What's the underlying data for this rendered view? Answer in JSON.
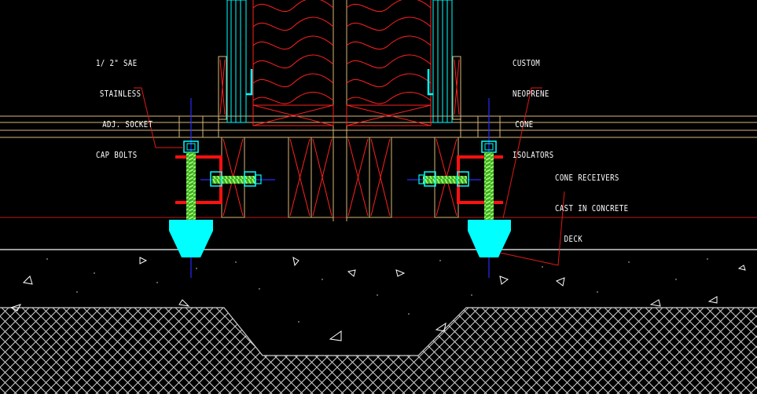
{
  "labels": {
    "bolts": [
      "1/ 2\" SAE",
      "STAINLESS",
      "ADJ. SOCKET",
      "CAP BOLTS"
    ],
    "neoprene": [
      "CUSTOM",
      "NEOPRENE",
      "CONE",
      "ISOLATORS"
    ],
    "receivers": [
      "CONE RECEIVERS",
      "CAST IN CONCRETE",
      "  DECK"
    ]
  },
  "colors": {
    "background": "#000000",
    "stud_red": "#ff2020",
    "plate_tan": "#d8b878",
    "metal_cyan": "#00ffff",
    "bolt_green": "#7cff3c",
    "bracket_red": "#ff1010",
    "centerline_blue": "#2a2aff",
    "label_white": "#ffffff"
  }
}
